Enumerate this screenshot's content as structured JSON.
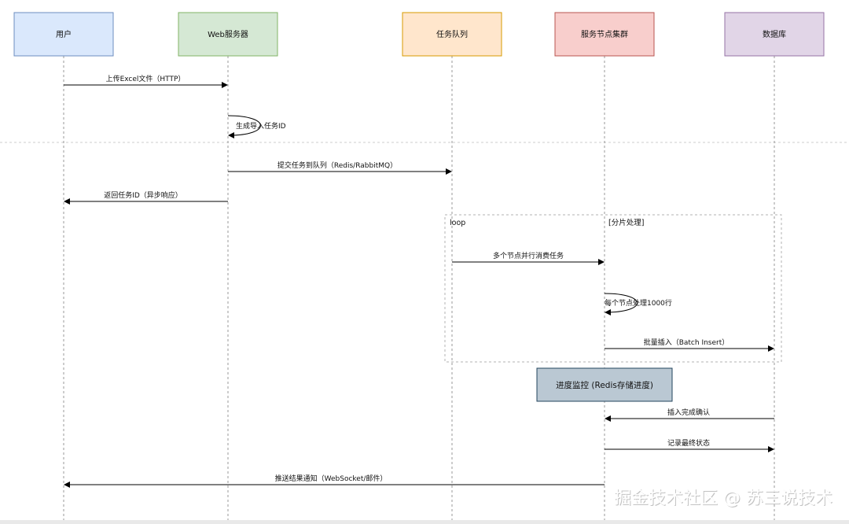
{
  "participants": [
    {
      "id": "user",
      "label": "用户",
      "fill": "#dae8fc",
      "stroke": "#6c8ebf"
    },
    {
      "id": "web",
      "label": "Web服务器",
      "fill": "#d5e8d4",
      "stroke": "#82b366"
    },
    {
      "id": "queue",
      "label": "任务队列",
      "fill": "#ffe6cc",
      "stroke": "#d79b00"
    },
    {
      "id": "cluster",
      "label": "服务节点集群",
      "fill": "#f8cecc",
      "stroke": "#b85450"
    },
    {
      "id": "db",
      "label": "数据库",
      "fill": "#e1d5e7",
      "stroke": "#9673a6"
    }
  ],
  "messages": [
    {
      "from": "user",
      "to": "web",
      "label": "上传Excel文件（HTTP）"
    },
    {
      "from": "web",
      "to": "web",
      "label": "生成导入任务ID"
    },
    {
      "from": "web",
      "to": "queue",
      "label": "提交任务到队列（Redis/RabbitMQ）"
    },
    {
      "from": "web",
      "to": "user",
      "label": "返回任务ID（异步响应）"
    },
    {
      "from": "queue",
      "to": "cluster",
      "label": "多个节点并行消费任务"
    },
    {
      "from": "cluster",
      "to": "cluster",
      "label": "每个节点处理1000行"
    },
    {
      "from": "cluster",
      "to": "db",
      "label": "批量插入（Batch Insert）"
    },
    {
      "from": "db",
      "to": "cluster",
      "label": "插入完成确认"
    },
    {
      "from": "cluster",
      "to": "db",
      "label": "记录最终状态"
    },
    {
      "from": "cluster",
      "to": "user",
      "label": "推送结果通知（WebSocket/邮件）"
    }
  ],
  "loop": {
    "keyword": "loop",
    "condition": "[分片处理]"
  },
  "note": {
    "label": "进度监控 (Redis存储进度)",
    "fill": "#bac8d3",
    "stroke": "#23445d"
  },
  "watermark": "掘金技术社区 @ 苏三说技术"
}
